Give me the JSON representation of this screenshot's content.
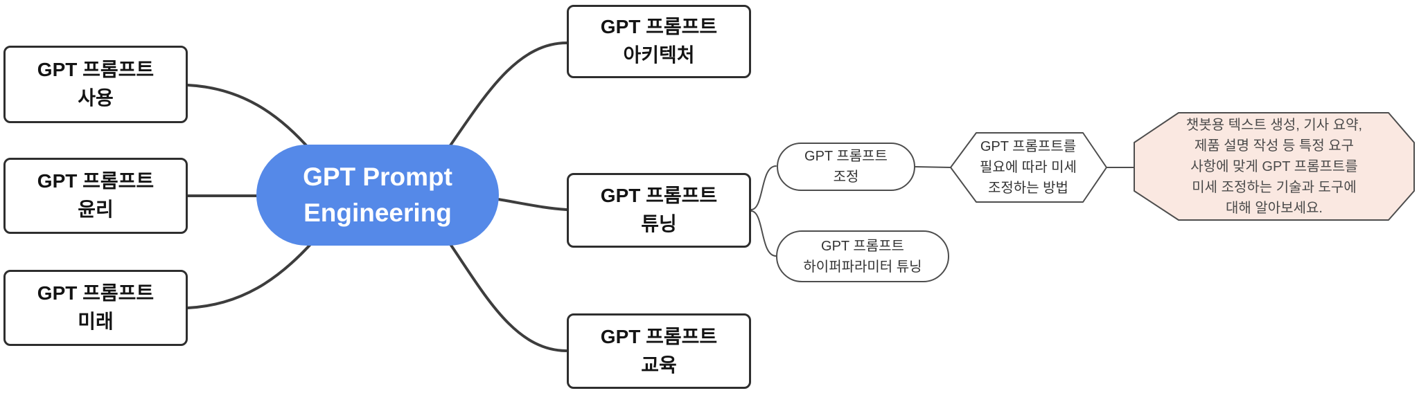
{
  "diagram": {
    "type": "mindmap",
    "center": {
      "label": "GPT Prompt\nEngineering"
    },
    "left_branches": [
      {
        "id": "usage",
        "label": "GPT 프롬프트\n사용"
      },
      {
        "id": "ethics",
        "label": "GPT 프롬프트\n윤리"
      },
      {
        "id": "future",
        "label": "GPT 프롬프트\n미래"
      }
    ],
    "right_branches": [
      {
        "id": "architecture",
        "label": "GPT 프롬프트\n아키텍처"
      },
      {
        "id": "tuning",
        "label": "GPT 프롬프트\n튜닝"
      },
      {
        "id": "education",
        "label": "GPT 프롬프트\n교육"
      }
    ],
    "tuning_children": [
      {
        "id": "adjust",
        "label": "GPT 프롬프트\n조정"
      },
      {
        "id": "hyperparameter",
        "label": "GPT 프롬프트\n하이퍼파라미터 튜닝"
      }
    ],
    "method_node": {
      "label": "GPT 프롬프트를\n필요에 따라 미세\n조정하는 방법"
    },
    "detail_node": {
      "label": "챗봇용 텍스트 생성, 기사 요약,\n제품 설명 작성 등 특정 요구\n사항에 맞게 GPT 프롬프트를\n미세 조정하는 기술과 도구에\n대해 알아보세요."
    },
    "colors": {
      "center_fill": "#5589e8",
      "center_text": "#ffffff",
      "detail_fill": "#fae8e1",
      "node_border": "#2e2e2e",
      "sub_border": "#4d4d4d",
      "edge_main": "#3d3d3d",
      "edge_sub": "#4d4d4d",
      "background": "#ffffff"
    }
  }
}
